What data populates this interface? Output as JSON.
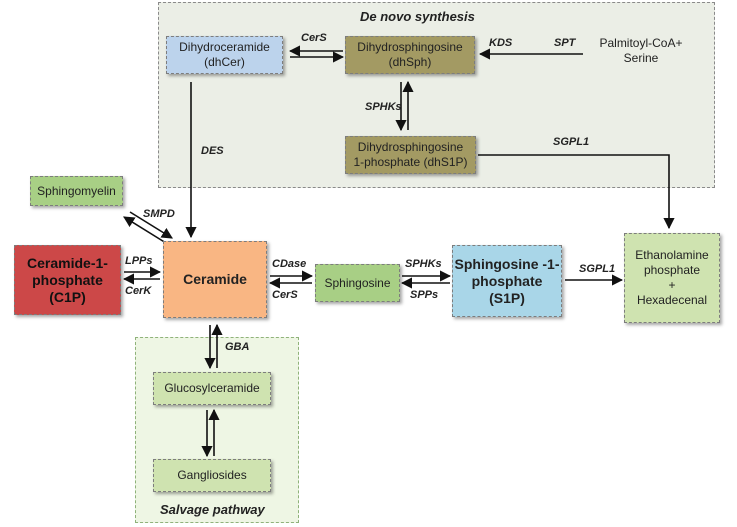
{
  "regions": {
    "denovo": "De novo synthesis",
    "salvage": "Salvage pathway"
  },
  "nodes": {
    "dhcer": [
      "Dihydroceramide",
      "(dhCer)"
    ],
    "dhsph": [
      "Dihydrosphingosine",
      "(dhSph)"
    ],
    "dhs1p": [
      "Dihydrosphingosine",
      "1-phosphate (dhS1P)"
    ],
    "palmitoyl": [
      "Palmitoyl-CoA",
      "+ Serine"
    ],
    "sphingomyelin": [
      "Sphingomyelin"
    ],
    "c1p": [
      "Ceramide-1-",
      "phosphate",
      "(C1P)"
    ],
    "ceramide": [
      "Ceramide"
    ],
    "sphingosine": [
      "Sphingosine"
    ],
    "s1p": [
      "Sphingosine -1-",
      "phosphate",
      "(S1P)"
    ],
    "ethanolamine": [
      "Ethanolamine",
      "phosphate",
      "+",
      "Hexadecenal"
    ],
    "glucosylceramide": [
      "Glucosylceramide"
    ],
    "gangliosides": [
      "Gangliosides"
    ]
  },
  "enzymes": {
    "cers_top": "CerS",
    "kds": "KDS",
    "spt": "SPT",
    "sphks_top": "SPHKs",
    "des": "DES",
    "sgpl1_top": "SGPL1",
    "smpd": "SMPD",
    "lpps": "LPPs",
    "cerk": "CerK",
    "cdase": "CDase",
    "cers_mid": "CerS",
    "sphks_mid": "SPHKs",
    "spps": "SPPs",
    "sgpl1_mid": "SGPL1",
    "gba": "GBA"
  },
  "colors": {
    "blue": "#bcd3ec",
    "olive": "#a39a63",
    "green": "#a8cf85",
    "lightgreen": "#cfe3b0",
    "red": "#cc4848",
    "orange": "#f9b683",
    "cyan": "#a9d6e8"
  }
}
